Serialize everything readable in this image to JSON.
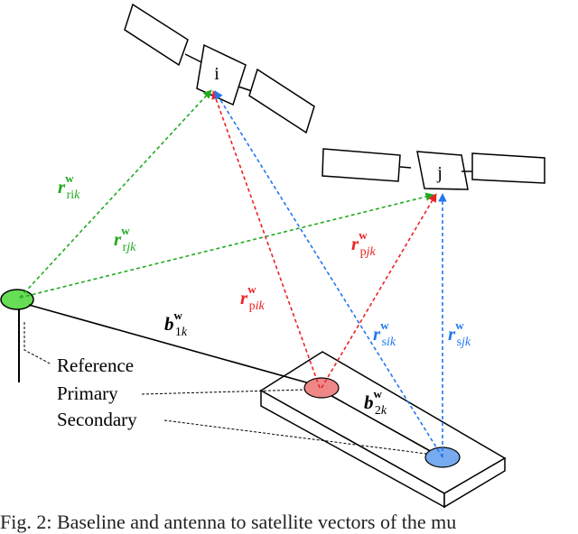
{
  "satellites": {
    "i": {
      "label": "i"
    },
    "j": {
      "label": "j"
    }
  },
  "antennas": {
    "reference": {
      "label": "Reference",
      "color": "#66dd55"
    },
    "primary": {
      "label": "Primary",
      "color": "#ee8888"
    },
    "secondary": {
      "label": "Secondary",
      "color": "#77aaee"
    }
  },
  "vectors": {
    "r_ri": {
      "sym": "r",
      "sup": "w",
      "sub": "ri",
      "sub_italic": "k",
      "color": "#22aa22"
    },
    "r_rj": {
      "sym": "r",
      "sup": "w",
      "sub": "r",
      "sub_italic": "jk",
      "color": "#22aa22"
    },
    "r_pi": {
      "sym": "r",
      "sup": "w",
      "sub": "p",
      "sub_italic": "ik",
      "color": "#ee2222"
    },
    "r_pj": {
      "sym": "r",
      "sup": "w",
      "sub": "p",
      "sub_italic": "jk",
      "color": "#ee2222"
    },
    "r_si": {
      "sym": "r",
      "sup": "w",
      "sub": "s",
      "sub_italic": "ik",
      "color": "#2277ee"
    },
    "r_sj": {
      "sym": "r",
      "sup": "w",
      "sub": "s",
      "sub_italic": "jk",
      "color": "#2277ee"
    },
    "b_1": {
      "sym": "b",
      "sup": "w",
      "sub": "1",
      "sub_italic": "k",
      "color": "#000000"
    },
    "b_2": {
      "sym": "b",
      "sup": "w",
      "sub": "2",
      "sub_italic": "k",
      "color": "#000000"
    }
  },
  "caption": "Fig. 2: Baseline and antenna to satellite vectors of the mu"
}
